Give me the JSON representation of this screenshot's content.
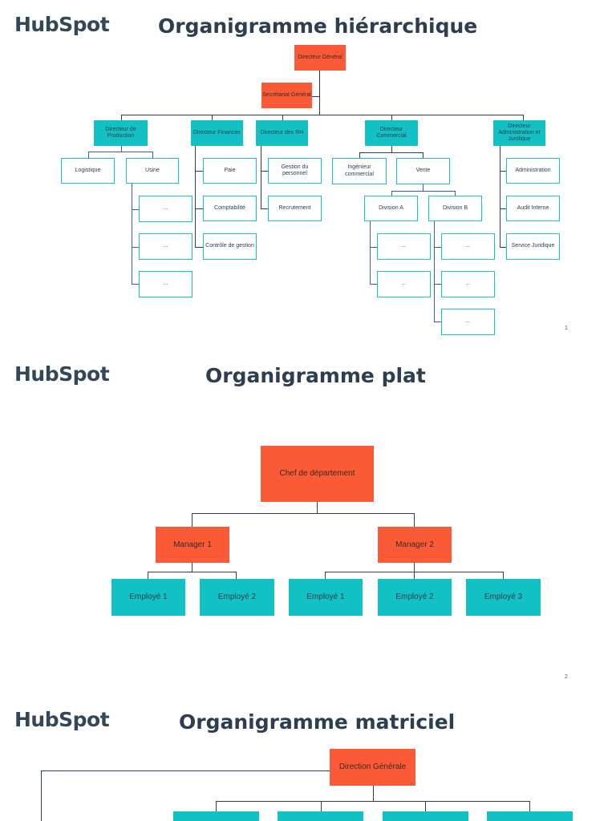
{
  "brand": "HubSpot",
  "pages": [
    {
      "title": "Organigramme hiérarchique",
      "number": "1",
      "root": "Directeur Général",
      "secretariat": "Secrétariat Général",
      "directors": [
        "Directeur de Production",
        "Directeur Financier",
        "Directeur des RH",
        "Directeur Commercial",
        "Directeur Administration et Juridique"
      ],
      "production": {
        "logistique": "Logistique",
        "usine": "Usine",
        "usine_children": [
          "...",
          "...",
          "..."
        ]
      },
      "financier": [
        "Paie",
        "Comptabilité",
        "Contrôle de gestion"
      ],
      "rh": [
        "Gestion du personnel",
        "Recrutement"
      ],
      "commercial": {
        "ingenieur": "Ingénieur commercial",
        "vente": "Vente",
        "division_a": "Division A",
        "division_b": "Division B",
        "a_children": [
          "...",
          "..."
        ],
        "b_children": [
          "...",
          "...",
          "..."
        ]
      },
      "admin": [
        "Administration",
        "Audit Interne",
        "Service Juridique"
      ]
    },
    {
      "title": "Organigramme plat",
      "number": "2",
      "chef": "Chef de département",
      "managers": [
        "Manager 1",
        "Manager 2"
      ],
      "m1_employees": [
        "Employé 1",
        "Employé 2"
      ],
      "m2_employees": [
        "Employé 1",
        "Employé 2",
        "Employé 3"
      ]
    },
    {
      "title": "Organigramme matriciel",
      "root": "Direction Générale"
    }
  ],
  "colors": {
    "orange": "#fa5a35",
    "teal": "#12c1c4",
    "navy": "#2d3e50",
    "blue_line": "#3f59b5"
  }
}
